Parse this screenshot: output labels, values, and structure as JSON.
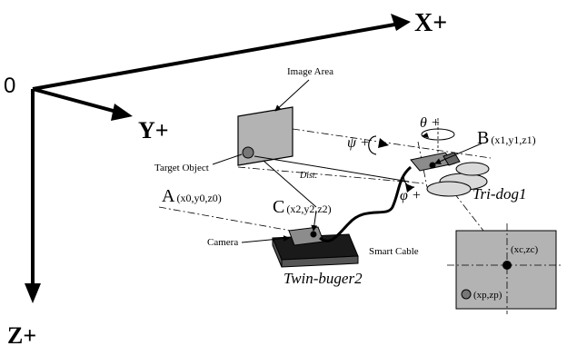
{
  "axes": {
    "origin": "0",
    "x": "X+",
    "y": "Y+",
    "z": "Z+"
  },
  "labels": {
    "image_area": "Image Area",
    "target_object": "Target Object",
    "dist": "Dist.",
    "camera": "Camera",
    "smart_cable": "Smart Cable",
    "psi": "ψ +",
    "theta": "θ +",
    "phi": "φ +"
  },
  "points": {
    "A": {
      "letter": "A",
      "coords": "(x0,y0,z0)"
    },
    "B": {
      "letter": "B",
      "coords": "(x1,y1,z1)"
    },
    "C": {
      "letter": "C",
      "coords": "(x2,y2,z2)"
    }
  },
  "robots": {
    "robot1": "Tri-dog1",
    "robot2": "Twin-buger2"
  },
  "inset": {
    "center": "(xc,zc)",
    "target": "(xp,zp)"
  },
  "colors": {
    "ink": "#000000",
    "panel_gray": "#b3b3b3",
    "robot_gray": "#8c8c8c",
    "robot_light": "#d9d9d9",
    "target_gray": "#777777"
  }
}
